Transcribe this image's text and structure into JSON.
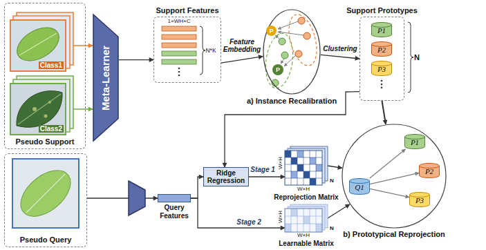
{
  "diagram": {
    "nodes": [
      {
        "text": [
          "Pseudo Support"
        ]
      },
      {
        "text": [
          "Class1"
        ],
        "in": 0
      },
      {
        "text": [
          "Class2"
        ],
        "in": 0
      },
      {
        "text": [
          "Meta-Learner"
        ]
      },
      {
        "text": [
          "Support Features"
        ]
      },
      {
        "text": [
          "a) Instance Recalibration"
        ]
      },
      {
        "text": [
          "P"
        ],
        "in": 5
      },
      {
        "text": [
          "P"
        ],
        "in": 5
      },
      {
        "text": [
          "Support Prototypes"
        ]
      },
      {
        "text": [
          "P1"
        ],
        "in": 8
      },
      {
        "text": [
          "P2"
        ],
        "in": 8
      },
      {
        "text": [
          "P3"
        ],
        "in": 8
      },
      {
        "text": [
          "Pseudo Query"
        ]
      },
      {
        "text": [
          "Query Features"
        ]
      },
      {
        "text": [
          "Ridge Regression"
        ]
      },
      {
        "text": [
          "Reprojection Matrix"
        ]
      },
      {
        "text": [
          "Learnable Matrix"
        ]
      },
      {
        "text": [
          "b) Prototypical Reprojection"
        ]
      },
      {
        "text": [
          "Q1"
        ],
        "in": 17
      },
      {
        "text": [
          "P1"
        ],
        "in": 17
      },
      {
        "text": [
          "P2"
        ],
        "in": 17
      },
      {
        "text": [
          "P3"
        ],
        "in": 17
      }
    ],
    "edges": [
      {
        "from": 1,
        "to": 3,
        "arrow": "to"
      },
      {
        "from": 2,
        "to": 3,
        "arrow": "to"
      },
      {
        "from": 3,
        "to": 4,
        "arrow": "to"
      },
      {
        "from": 4,
        "to": 5,
        "label": "Feature Embedding",
        "arrow": "to"
      },
      {
        "from": 5,
        "to": 8,
        "label": "Clustering",
        "arrow": "to"
      },
      {
        "from": 8,
        "to": 14,
        "arrow": "to"
      },
      {
        "from": 8,
        "to": 17,
        "arrow": "to"
      },
      {
        "from": 12,
        "to": 13,
        "arrow": "to"
      },
      {
        "from": 13,
        "to": 14,
        "arrow": "to"
      },
      {
        "from": 13,
        "to": 16,
        "label": "Stage 2",
        "arrow": "to"
      },
      {
        "from": 14,
        "to": 15,
        "label": "Stage 1",
        "arrow": "to"
      },
      {
        "from": 15,
        "to": 17,
        "arrow": "to"
      },
      {
        "from": 16,
        "to": 17,
        "arrow": "to"
      },
      {
        "from": 18,
        "to": 19,
        "arrow": "to"
      },
      {
        "from": 18,
        "to": 20,
        "arrow": "to"
      },
      {
        "from": 18,
        "to": 21,
        "arrow": "to"
      }
    ],
    "labels": [
      "1×WH×C",
      "N*K",
      "N",
      "W×H",
      "W×H",
      "N",
      "W×H",
      "W×H",
      "N"
    ]
  }
}
